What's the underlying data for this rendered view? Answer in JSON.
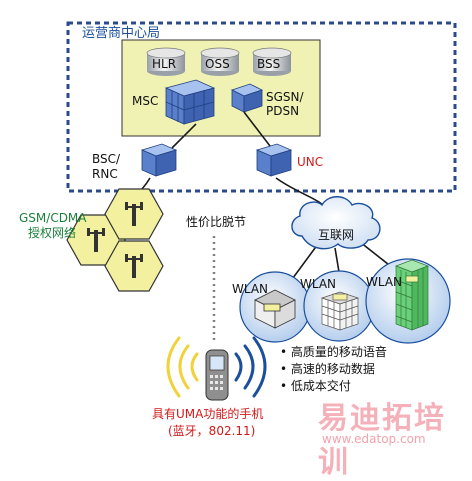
{
  "core": {
    "title": "运营商中心局",
    "hlr": "HLR",
    "oss": "OSS",
    "bss": "BSS",
    "msc": "MSC",
    "sgsn": "SGSN/\nPDSN",
    "bsc": "BSC/\nRNC",
    "unc": "UNC"
  },
  "access": {
    "gsm": "GSM/CDMA",
    "licensed": "授权网络",
    "cost": "性价比脱节",
    "internet": "互联网",
    "wlan": "WLAN"
  },
  "benefits": [
    "高质量的移动语音",
    "高速的移动数据",
    "低成本交付"
  ],
  "handset": {
    "name": "具有UMA功能的手机",
    "bearers": "(蓝牙，802.11)"
  },
  "watermark": {
    "brand": "易迪拓培训",
    "url": "www.edatop.com"
  },
  "colors": {
    "core_fill": "#f0f2b3",
    "core_border": "#2a4a8c",
    "equipment": "#6a8fd6",
    "hex_fill": "#f3f0a0",
    "cloud": "#e8f1fb",
    "building": "#6ad07a",
    "accent_red": "#d11a1a"
  }
}
